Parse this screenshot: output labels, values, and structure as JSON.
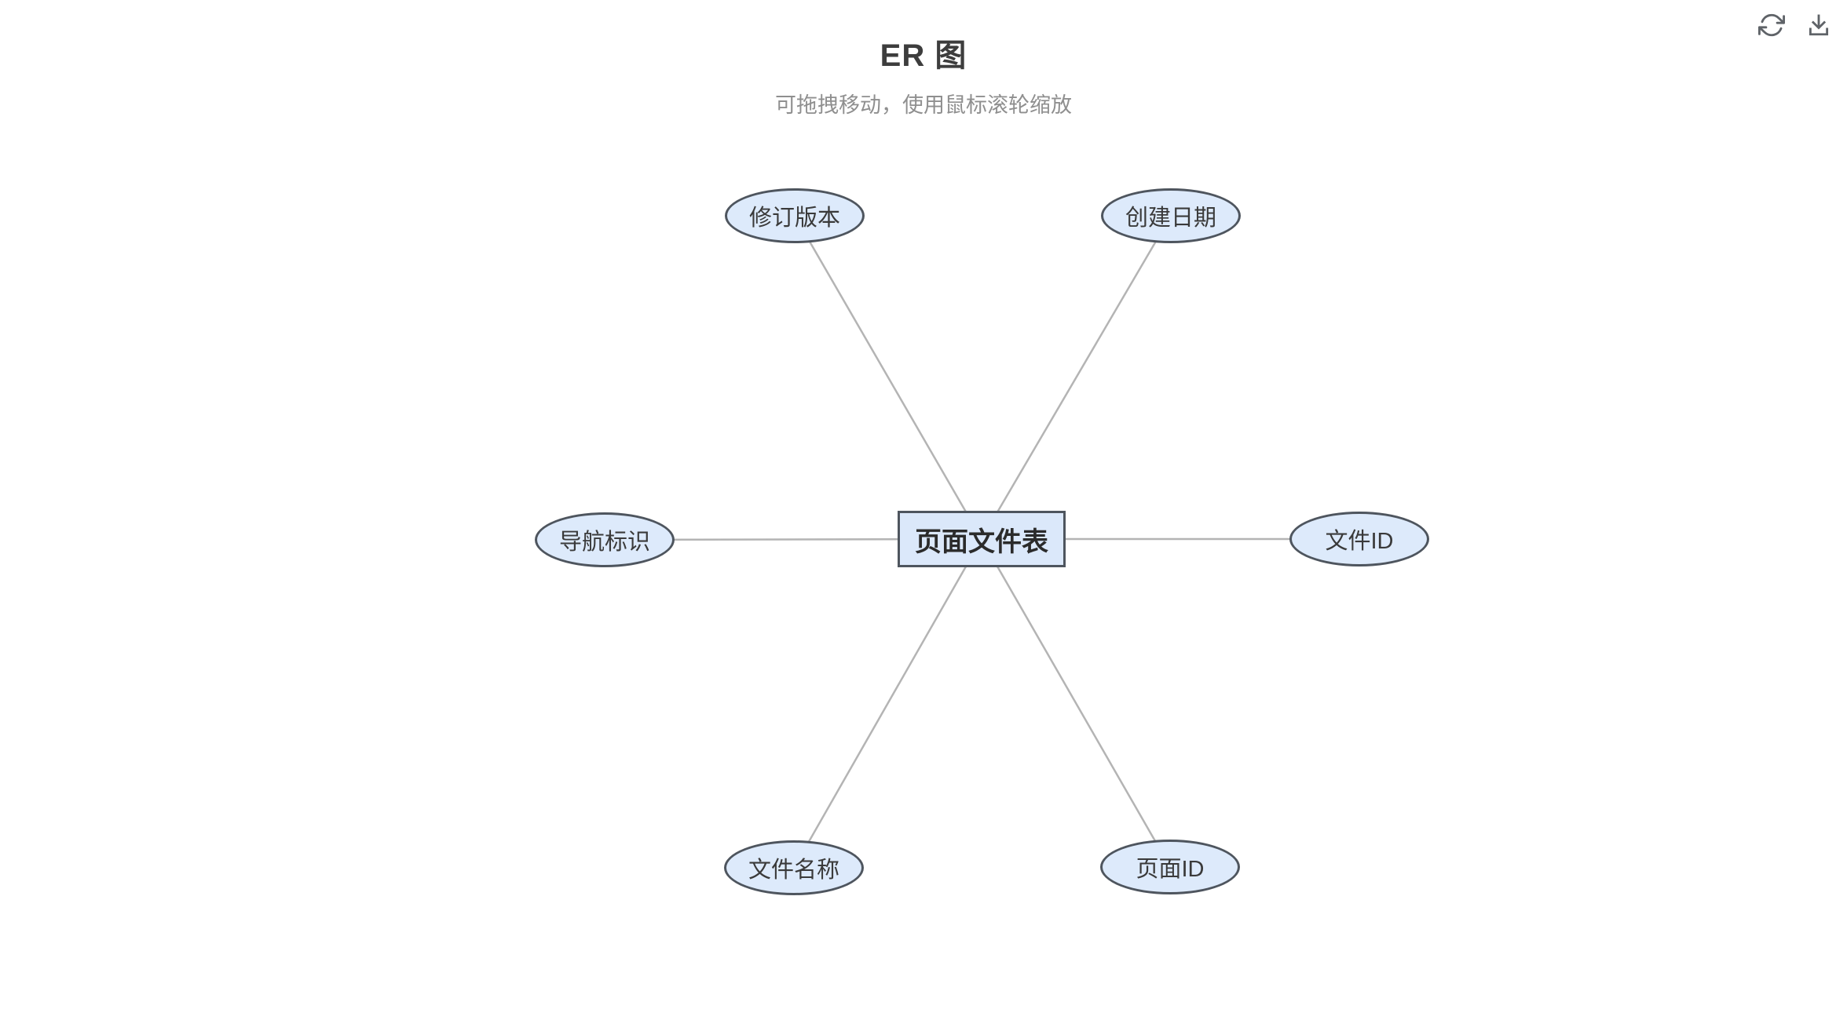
{
  "header": {
    "title": "ER 图",
    "subtitle": "可拖拽移动，使用鼠标滚轮缩放"
  },
  "toolbar": {
    "refresh_icon": "refresh-icon",
    "download_icon": "download-icon"
  },
  "diagram": {
    "type": "er-diagram",
    "entity": {
      "label": "页面文件表",
      "shape": "rectangle"
    },
    "attributes": [
      {
        "label": "修订版本",
        "shape": "ellipse",
        "position": "top-left"
      },
      {
        "label": "创建日期",
        "shape": "ellipse",
        "position": "top-right"
      },
      {
        "label": "导航标识",
        "shape": "ellipse",
        "position": "left"
      },
      {
        "label": "文件ID",
        "shape": "ellipse",
        "position": "right"
      },
      {
        "label": "文件名称",
        "shape": "ellipse",
        "position": "bottom-left"
      },
      {
        "label": "页面ID",
        "shape": "ellipse",
        "position": "bottom-right"
      }
    ],
    "edges": [
      [
        "页面文件表",
        "修订版本"
      ],
      [
        "页面文件表",
        "创建日期"
      ],
      [
        "页面文件表",
        "导航标识"
      ],
      [
        "页面文件表",
        "文件ID"
      ],
      [
        "页面文件表",
        "文件名称"
      ],
      [
        "页面文件表",
        "页面ID"
      ]
    ]
  },
  "colors": {
    "node_fill": "#ddeafb",
    "entity_fill": "#dbe8fa",
    "node_border": "#4e555e",
    "edge": "#b4b4b4",
    "title": "#3d3d3d",
    "subtitle": "#8f8f8f",
    "icon": "#5f6368",
    "node_text": "#3a3a3a",
    "entity_text": "#2b2b2b"
  }
}
